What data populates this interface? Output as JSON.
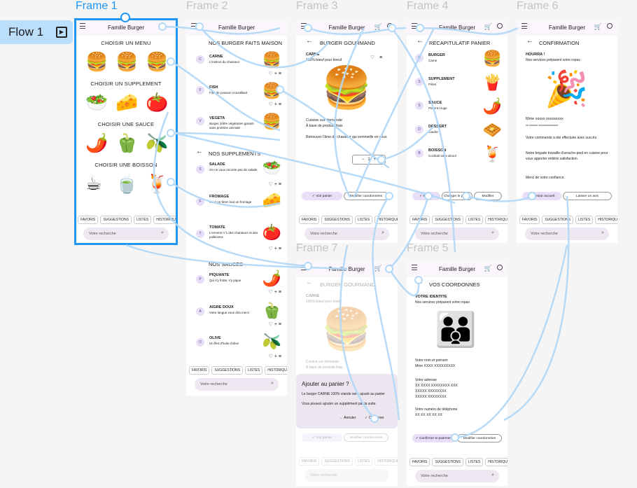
{
  "app_title": "Famille Burger",
  "flow": {
    "label": "Flow 1"
  },
  "frames": {
    "f1": "Frame 1",
    "f2": "Frame 2",
    "f3": "Frame 3",
    "f4": "Frame 4",
    "f5": "Frame 5",
    "f6": "Frame 6",
    "f7": "Frame 7"
  },
  "chips": [
    "FAVORIS",
    "SUGGESTIONS",
    "LISTES",
    "HISTORIQUE"
  ],
  "search_placeholder": "Votre recherche",
  "f1": {
    "menu": "CHOISIR UN MENU",
    "supplement": "CHOISIR UN SUPPLEMENT",
    "sauce": "CHOISIR UNE SAUCE",
    "boisson": "CHOISIR UNE BOISSON"
  },
  "f2": {
    "title": "NOS BURGER FAITS MAISON",
    "items": [
      {
        "av": "C",
        "name": "CARNE",
        "desc": "L'instinct du chasseur"
      },
      {
        "av": "F",
        "name": "FISH",
        "desc": "Filet de poisson croustillant"
      },
      {
        "av": "V",
        "name": "VEGETA",
        "desc": "Burger 100% végétarien garanti sans protéine animale"
      }
    ],
    "supp_title": "NOS SUPPLEMENTS",
    "supps": [
      {
        "av": "S",
        "name": "SALADE",
        "desc": "On ne vous raconte pas de salade"
      },
      {
        "av": "F",
        "name": "FROMAGE",
        "desc": "Vous en ferez tout un fromage"
      },
      {
        "av": "T",
        "name": "TOMATE",
        "desc": "L'ennemi n°1 des chanteurs et des politiciens"
      }
    ],
    "sauce_title": "NOS SAUCES",
    "sauces": [
      {
        "av": "P",
        "name": "PIQUANTE",
        "desc": "Qui s'y frotte, s'y pique"
      },
      {
        "av": "A",
        "name": "AIGRE DOUX",
        "desc": "Votre langue vous dira merci"
      },
      {
        "av": "O",
        "name": "OLIVE",
        "desc": "Un filet d'huile d'olive"
      }
    ]
  },
  "f3": {
    "title": "BURGER GOURMAND",
    "name": "CARNE",
    "sub": "100% bœuf pour boeuf",
    "d1": "Cuisine sur demande",
    "d2": "À base de produits frais",
    "d3": "Retrouvez l'âme du chasseur qui sommeille en vous",
    "qty": "1",
    "add": "Voir panier",
    "edit": "Modifier coordonnées"
  },
  "f4": {
    "title": "RECAPITULATIF PANIER",
    "rows": [
      {
        "av": "B",
        "name": "BURGER",
        "desc": "Carne"
      },
      {
        "av": "S",
        "name": "SUPPLEMENT",
        "desc": "Frites"
      },
      {
        "av": "S",
        "name": "SAUCE",
        "desc": "Piment rouge"
      },
      {
        "av": "D",
        "name": "DESSERT",
        "desc": "Gaufre"
      },
      {
        "av": "B",
        "name": "BOISSON",
        "desc": "Cocktail sans alcool"
      }
    ],
    "b1": "Retour",
    "b2": "Changer le panier",
    "b3": "Modifier"
  },
  "f5": {
    "title": "VOS COORDONNES",
    "id_title": "VOTRE IDENTITE",
    "id_sub": "Nos services préparent votre repas",
    "name_lbl": "Votre nom et prénom",
    "name_val": "Mme XXXX XXXXXXXXX",
    "addr_lbl": "Votre adresse",
    "addr1": "XX XXXX XXXXXXXX XXX",
    "addr2": "XXXXX XXXXXXXX",
    "addr3": "XXXXX XXXXXXXX",
    "tel_lbl": "Votre numéro de téléphone",
    "tel_val": "XX XX XX XX XX",
    "b1": "Confirmer le paiement",
    "b2": "Modifier coordonnées"
  },
  "f6": {
    "title": "CONFIRMATION",
    "hourra": "HOURRA !",
    "sub": "Nos services préparent votre repas",
    "who": "Mme xxxxx xxxxxxxxx",
    "addr": "xx xxxxxx xxxxxxxxxxxxxx",
    "p1": "Votre commande a été effectuée avec succès.",
    "p2": "Notre brigade travaille d'arrache-pied en cuisine pour vous apporter entière satisfaction.",
    "p3": "Merci de votre confiance.",
    "b1": "Retour accueil",
    "b2": "Laisser un avis"
  },
  "f7": {
    "dialog_title": "Ajouter au panier ?",
    "dialog_text1": "Le burger CARNE 100% viande sera ajouté au panier",
    "dialog_text2": "Vous pouvez ajouter un supplément par la suite.",
    "cancel": "Annuler",
    "confirm": "Confirmer"
  },
  "colors": {
    "accent": "#2196f3",
    "link": "#b3d9f7",
    "chip_bg": "#e8def8",
    "flow_bg": "#bbdefb"
  }
}
